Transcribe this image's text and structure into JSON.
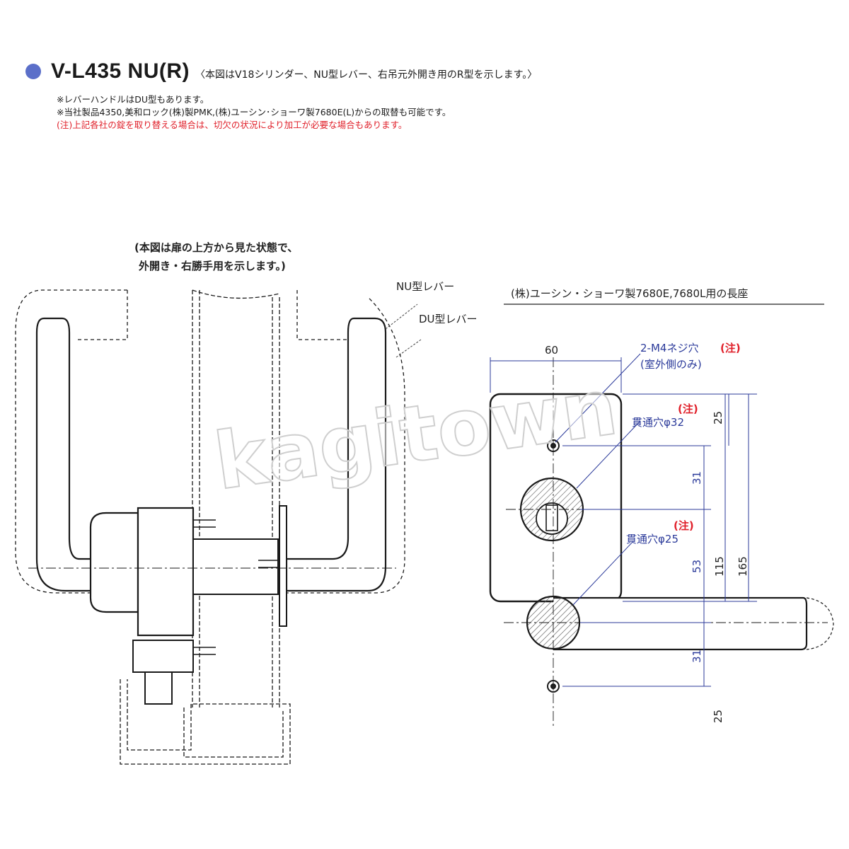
{
  "header": {
    "title": "V-L435 NU(R)",
    "subtitle": "〈本図はV18シリンダー、NU型レバー、右吊元外開き用のR型を示します。〉",
    "notes": [
      "※レバーハンドルはDU型もあります。",
      "※当社製品4350,美和ロック(株)製PMK,(株)ユーシン･ショーワ製7680E(L)からの取替も可能です。"
    ],
    "warning": "(注)上記各社の錠を取り替える場合は、切欠の状況により加工が必要な場合もあります。"
  },
  "side_view": {
    "caption_line1": "(本図は扉の上方から見た状態で、",
    "caption_line2": "外開き・右勝手用を示します。)",
    "label_nu": "NU型レバー",
    "label_du": "DU型レバー"
  },
  "plate": {
    "title": "(株)ユーシン・ショーワ製7680E,7680L用の長座",
    "width_dim": "60",
    "screw_label": "2-M4ネジ穴",
    "screw_note": "(注)",
    "screw_sub": "(室外側のみ)",
    "hole1_note": "(注)",
    "hole1_label": "貫通穴φ32",
    "hole2_note": "(注)",
    "hole2_label": "貫通穴φ25",
    "dim_25_top": "25",
    "dim_31_top": "31",
    "dim_53": "53",
    "dim_115": "115",
    "dim_165": "165",
    "dim_31_bottom": "31",
    "dim_25_bottom": "25"
  },
  "watermark": "kagitown",
  "colors": {
    "bullet": "#5b6fc9",
    "dimension_blue": "#2b3a9a",
    "warning_red": "#e0202a"
  }
}
